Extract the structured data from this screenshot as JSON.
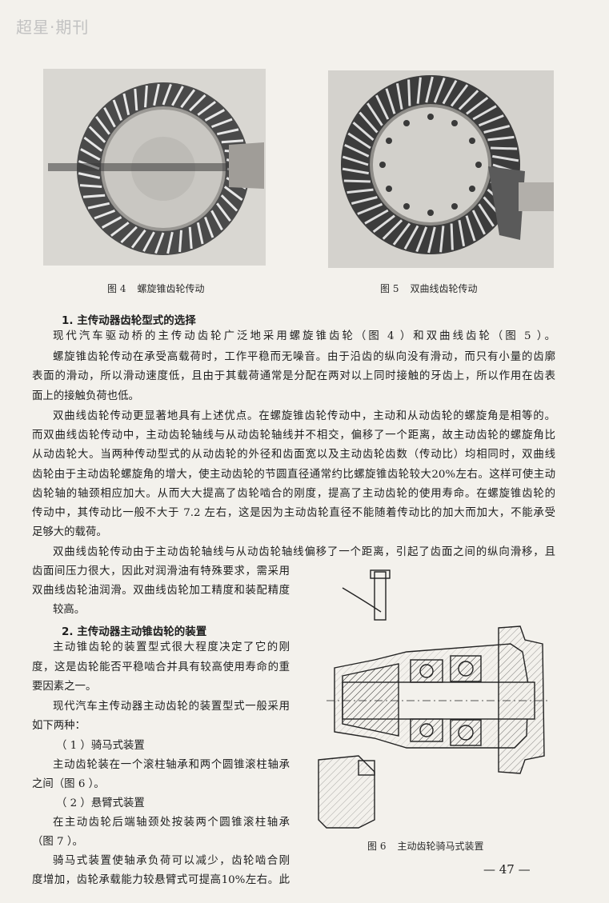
{
  "header": {
    "watermark": "超星·期刊"
  },
  "figures": {
    "fig4": {
      "num": "图 4",
      "title": "螺旋锥齿轮传动"
    },
    "fig5": {
      "num": "图 5",
      "title": "双曲线齿轮传动"
    },
    "fig6": {
      "num": "图 6",
      "title": "主动齿轮骑马式装置"
    }
  },
  "section1": {
    "heading": "1. 主传动器齿轮型式的选择",
    "lines": [
      "现代汽车驱动桥的主传动齿轮广泛地采用螺旋锥齿轮（图 4 ）和双曲线齿轮（图 5 ）。",
      "螺旋锥齿轮传动在承受高载荷时，工作平稳而无噪音。由于沿齿的纵向没有滑动，而只有小量的齿廓",
      "表面的滑动，所以滑动速度低，且由于其载荷通常是分配在两对以上同时接触的牙齿上，所以作用在齿表",
      "面上的接触负荷也低。",
      "双曲线齿轮传动更显著地具有上述优点。在螺旋锥齿轮传动中，主动和从动齿轮的螺旋角是相等的。",
      "而双曲线齿轮传动中，主动齿轮轴线与从动齿轮轴线并不相交，偏移了一个距离，故主动齿轮的螺旋角比",
      "从动齿轮大。当两种传动型式的从动齿轮的外径和齿面宽以及主动齿轮齿数（传动比）均相同时，双曲线",
      "齿轮由于主动齿轮螺旋角的增大，使主动齿轮的节圆直径通常约比螺旋锥齿轮较大20%左右。这样可使主动",
      "齿轮轴的轴颈相应加大。从而大大提高了齿轮啮合的刚度，提高了主动齿轮的使用寿命。在螺旋锥齿轮的",
      "传动中，其传动比一般不大于 7.2 左右，这是因为主动齿轮直径不能随着传动比的加大而加大，不能承受",
      "足够大的载荷。",
      "双曲线齿轮传动由于主动齿轮轴线与从动齿轮轴线偏移了一个距离，引起了齿面之间的纵向滑移，且",
      "齿面间压力很大，因此对润滑油有特殊要求，需采用",
      "双曲线齿轮油润滑。双曲线齿轮加工精度和装配精度",
      "较高。"
    ]
  },
  "section2": {
    "heading": "2. 主传动器主动锥齿轮的装置",
    "lines": [
      "主动锥齿轮的装置型式很大程度决定了它的刚",
      "度，这是齿轮能否平稳啮合并具有较高使用寿命的重",
      "要因素之一。",
      "现代汽车主传动器主动齿轮的装置型式一般采用",
      "如下两种：",
      "（ 1 ）骑马式装置",
      "主动齿轮装在一个滚柱轴承和两个圆锥滚柱轴承",
      "之间（图 6 ）。",
      "（ 2 ）悬臂式装置",
      "在主动齿轮后端轴颈处按装两个圆锥滚柱轴承",
      "（图 7 ）。",
      "骑马式装置使轴承负荷可以减少，齿轮啮合刚",
      "度增加，齿轮承载能力较悬臂式可提高10%左右。此"
    ]
  },
  "footer": {
    "page": "— 47 —"
  }
}
